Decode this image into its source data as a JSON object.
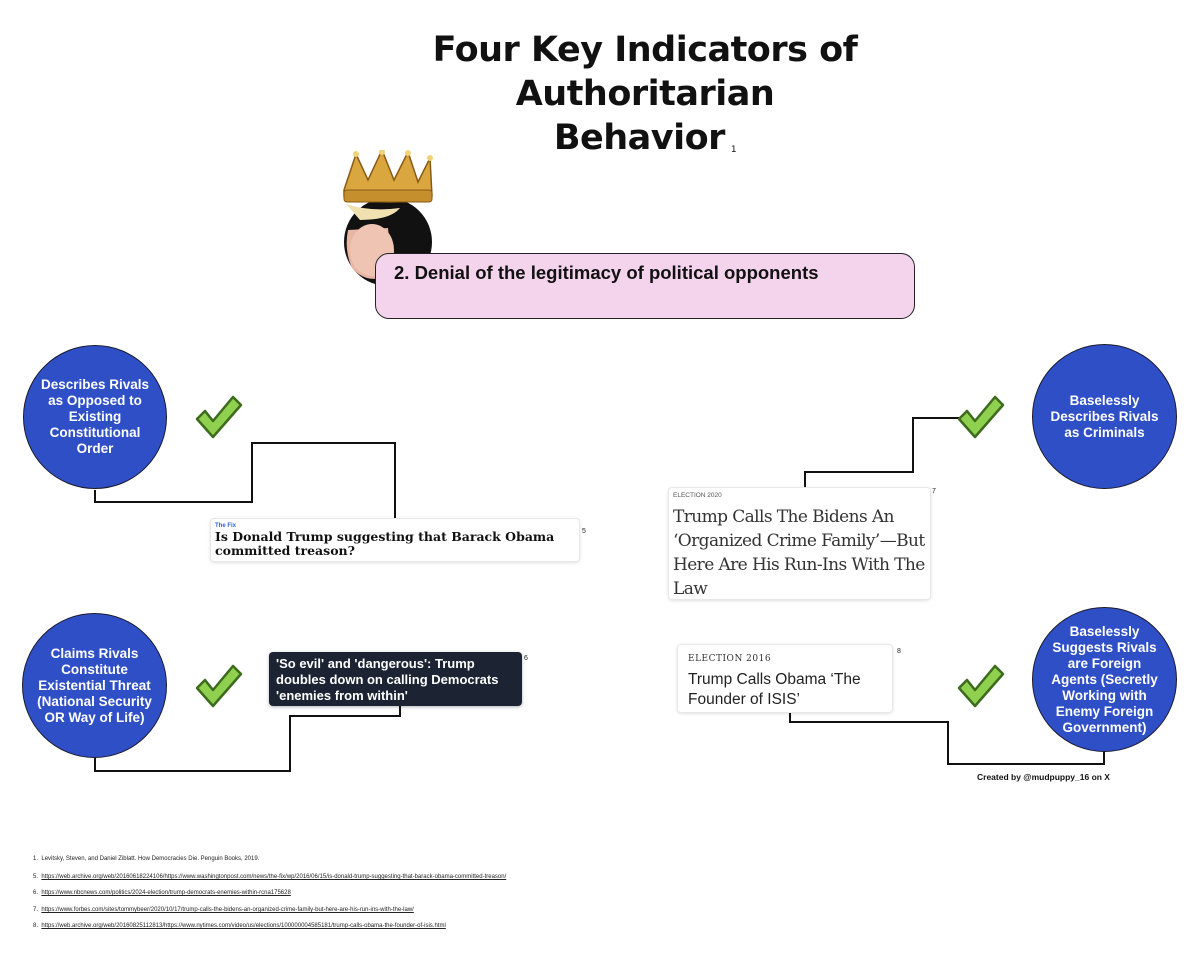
{
  "title": {
    "line1": "Four Key Indicators of Authoritarian",
    "line2": "Behavior",
    "footnote_marker": "1"
  },
  "heading": {
    "text": "2. Denial of the legitimacy of political opponents",
    "fill_color": "#f4d3ec"
  },
  "indicators": [
    {
      "label": "Describes Rivals as Opposed to Existing Constitutional Order",
      "checked": true
    },
    {
      "label": "Claims Rivals Constitute Existential Threat (National Security OR Way of Life)",
      "checked": true
    },
    {
      "label": "Baselessly Describes Rivals as Criminals",
      "checked": true
    },
    {
      "label": "Baselessly Suggests Rivals are Foreign Agents (Secretly Working with Enemy Foreign Government)",
      "checked": true
    }
  ],
  "evidence": {
    "wapo": {
      "kicker": "The Fix",
      "headline": "Is Donald Trump suggesting that Barack Obama committed treason?",
      "ref": "5"
    },
    "nbc": {
      "headline": "'So evil' and 'dangerous': Trump doubles down on calling Democrats 'enemies from within'",
      "ref": "6"
    },
    "forbes": {
      "kicker": "ELECTION 2020",
      "headline": "Trump Calls The Bidens An ‘Organized Crime Family’—But Here Are His Run-Ins With The Law",
      "ref": "7"
    },
    "nyt": {
      "kicker": "ELECTION 2016",
      "headline": "Trump Calls Obama ‘The Founder of ISIS’",
      "ref": "8"
    }
  },
  "credit": "Created by @mudpuppy_16 on X",
  "footnotes": [
    {
      "num": "1.",
      "text": "Levitsky, Steven, and Daniel Ziblatt. How Democracies Die. Penguin Books, 2019."
    },
    {
      "num": "5.",
      "text": "https://web.archive.org/web/20160618224106/https://www.washingtonpost.com/news/the-fix/wp/2016/06/15/is-donald-trump-suggesting-that-barack-obama-committed-treason/"
    },
    {
      "num": "6.",
      "text": "https://www.nbcnews.com/politics/2024-election/trump-democrats-enemies-within-rcna175628"
    },
    {
      "num": "7.",
      "text": "https://www.forbes.com/sites/tommybeer/2020/10/17/trump-calls-the-bidens-an-organized-crime-family-but-here-are-his-run-ins-with-the-law/"
    },
    {
      "num": "8.",
      "text": "https://web.archive.org/web/20160825112813/https://www.nytimes.com/video/us/elections/100000004585181/trump-calls-obama-the-founder-of-isis.html"
    }
  ],
  "colors": {
    "indicator_circle": "#2f4fc6",
    "check": "#8fd14f",
    "nbc_card": "#1c2333"
  },
  "icons": [
    "crowned-portrait-icon",
    "check-mark-icon"
  ]
}
